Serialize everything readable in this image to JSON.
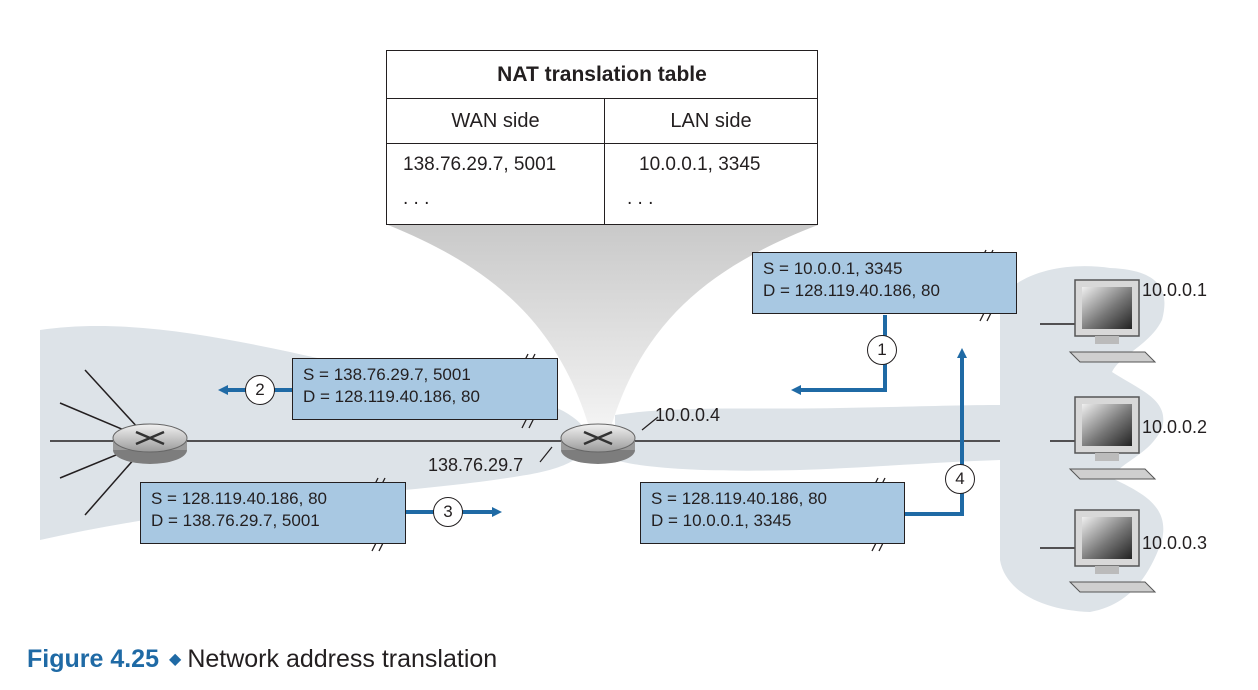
{
  "nat_table": {
    "title": "NAT translation table",
    "col_wan": "WAN side",
    "col_lan": "LAN side",
    "rows": [
      {
        "wan": "138.76.29.7, 5001",
        "lan": "10.0.0.1, 3345"
      },
      {
        "wan": ". . .",
        "lan": ". . ."
      }
    ]
  },
  "packets": {
    "p1": {
      "s": "S = 10.0.0.1, 3345",
      "d": "D = 128.119.40.186, 80"
    },
    "p2": {
      "s": "S = 138.76.29.7, 5001",
      "d": "D = 128.119.40.186, 80"
    },
    "p3": {
      "s": "S = 128.119.40.186, 80",
      "d": "D = 138.76.29.7, 5001"
    },
    "p4": {
      "s": "S = 128.119.40.186, 80",
      "d": "D = 10.0.0.1, 3345"
    }
  },
  "steps": {
    "s1": "1",
    "s2": "2",
    "s3": "3",
    "s4": "4"
  },
  "router": {
    "lan_ip": "10.0.0.4",
    "wan_ip": "138.76.29.7"
  },
  "hosts": {
    "h1": "10.0.0.1",
    "h2": "10.0.0.2",
    "h3": "10.0.0.3"
  },
  "caption": {
    "figure": "Figure 4.25",
    "text": "Network address translation"
  },
  "colors": {
    "packet_fill": "#a8c8e2",
    "arrow": "#1f6aa5",
    "cloud": "#dde3e8",
    "figure_blue": "#1f6aa5"
  }
}
